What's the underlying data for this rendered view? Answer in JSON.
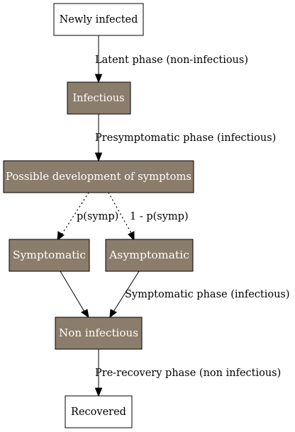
{
  "diagram": {
    "nodes": {
      "newly_infected": "Newly infected",
      "infectious": "Infectious",
      "possible_symptoms": "Possible development of symptoms",
      "symptomatic": "Symptomatic",
      "asymptomatic": "Asymptomatic",
      "non_infectious": "Non infectious",
      "recovered": "Recovered"
    },
    "edges": {
      "latent": "Latent phase (non-infectious)",
      "presymptomatic": "Presymptomatic phase (infectious)",
      "p_symp": "p(symp)",
      "one_minus_p_symp": "1 - p(symp)",
      "symptomatic_phase": "Symptomatic phase (infectious)",
      "pre_recovery": "Pre-recovery phase (non infectious)"
    },
    "colors": {
      "dark_node_fill": "#8b7d6b",
      "light_node_fill": "#ffffff",
      "dark_node_text": "#ffffff",
      "line": "#000000"
    }
  }
}
